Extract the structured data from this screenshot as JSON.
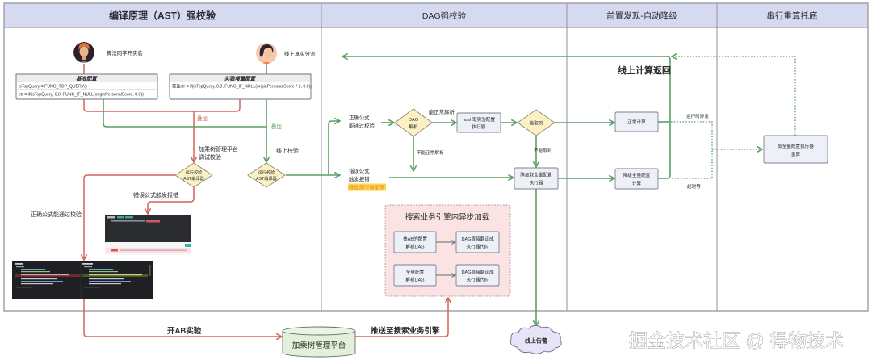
{
  "columns": [
    {
      "title": "编译原理（AST）强校验"
    },
    {
      "title": "DAG强校验"
    },
    {
      "title": "前置发现-自动降级"
    },
    {
      "title": "串行重算托底"
    }
  ],
  "ast": {
    "actors": {
      "algo": "算法同学开实验",
      "online": "线上真实分流"
    },
    "base_config": {
      "title": "基准配置",
      "lines": [
        "isTopQuery = FUNC_TOP_QUERY()",
        "ctr = if(isTopQuery, 0.0, FUNC_IF_NULL(originPersonalScore, 0.0))"
      ]
    },
    "exp_config": {
      "title": "实验增量配置",
      "lines": [
        "覆盖ctr = if(isTopQuery, 0.0, FUNC_IF_NULL(originPersonalScore * 2, 0.0))"
      ]
    },
    "overlay_labels": {
      "red": "叠加",
      "green": "叠加"
    },
    "debug_check": [
      "加乘树管理平台",
      "调试校验"
    ],
    "online_check": "线上校验",
    "compiler_diamond": [
      "运行校验",
      "AST编译器"
    ],
    "error_label": "错误公式触发报错",
    "pass_label": "正确公式能通过校验"
  },
  "dag": {
    "pass": [
      "正确公式",
      "能通过校验"
    ],
    "error": [
      "错误公式",
      "触发报错"
    ],
    "error_highlight": "降级用全量配置",
    "dag_diamond": [
      "DAG",
      "解析"
    ],
    "parse_ok": "能正常解析",
    "parse_fail": "不能正常解析",
    "hash_box": [
      "hash取实验配置",
      "执行器"
    ],
    "fetch_diamond": "能取到",
    "fetch_fail": "不能取到",
    "fallback_box": [
      "降级取全量配置",
      "执行器"
    ],
    "async": {
      "title": "搜索业务引擎内异步加载",
      "rows": [
        {
          "source": [
            "叠AB的配置",
            "解析DAG"
          ],
          "target": [
            "DAG直接翻译成",
            "执行器代码"
          ]
        },
        {
          "source": [
            "全量配置",
            "解析DAG"
          ],
          "target": [
            "DAG直接翻译成",
            "执行器代码"
          ]
        }
      ]
    }
  },
  "degrade": {
    "return_label": "线上计算返回",
    "normal_box": "正常计算",
    "fallback_box": [
      "降级全量配置",
      "计算"
    ],
    "runtime_error": "运行时异常",
    "timeout": "超时等"
  },
  "recompute": {
    "box": [
      "取全量配置执行器",
      "重算"
    ]
  },
  "bottom": {
    "open_ab": "开AB实验",
    "platform": "加乘树管理平台",
    "push": "推送至搜索业务引擎",
    "alert": "线上告警"
  },
  "watermark": "掘金技术社区 @ 得物技术",
  "colors": {
    "header_bg": "#d5daf0",
    "red_flow": "#d4625c",
    "green_flow": "#5b9e62",
    "diamond_fill": "#fbf1c5",
    "box_fill": "#eef0f8",
    "async_box_fill": "#fbe3e3",
    "highlight_bg": "#ffd54f",
    "highlight_text": "#ef8a1c"
  }
}
